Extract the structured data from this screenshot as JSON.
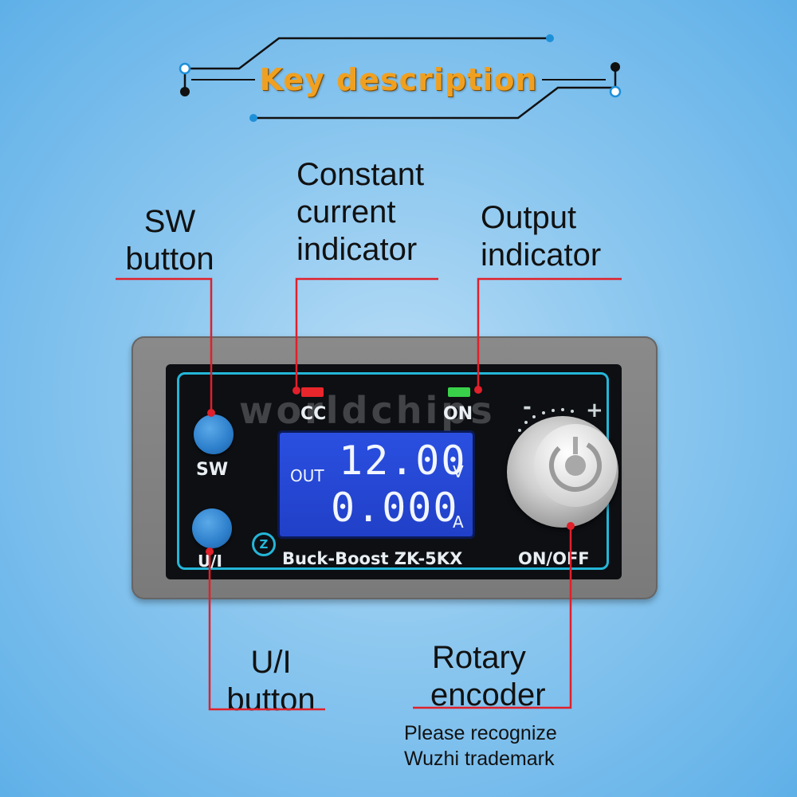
{
  "header": {
    "title": "Key description"
  },
  "callouts": {
    "sw_button": {
      "line1": "SW",
      "line2": "button"
    },
    "constant_current": {
      "line1": "Constant",
      "line2": "current",
      "line3": "indicator"
    },
    "output_indicator": {
      "line1": "Output",
      "line2": "indicator"
    },
    "ui_button": {
      "line1": "U/I",
      "line2": "button"
    },
    "rotary_encoder": {
      "line1": "Rotary",
      "line2": "encoder"
    },
    "trademark_note": {
      "line1": "Please recognize",
      "line2": "Wuzhi trademark"
    }
  },
  "device": {
    "sw_label": "SW",
    "ui_label": "U/I",
    "cc_label": "CC",
    "on_label": "ON",
    "minus_label": "-",
    "plus_label": "+",
    "model_label": "Buck-Boost ZK-5KX",
    "onoff_label": "ON/OFF",
    "logo_glyph": "Z",
    "lcd": {
      "out_label": "OUT",
      "voltage": "12.00",
      "voltage_unit": "V",
      "current": "0.000",
      "current_unit": "A"
    },
    "watermark": "worldchips"
  },
  "colors": {
    "callout_line": "#e0202a",
    "cc_led": "#e8262b",
    "on_led": "#3ad14a",
    "face_border": "#24b6d8",
    "title": "#f0a020"
  }
}
